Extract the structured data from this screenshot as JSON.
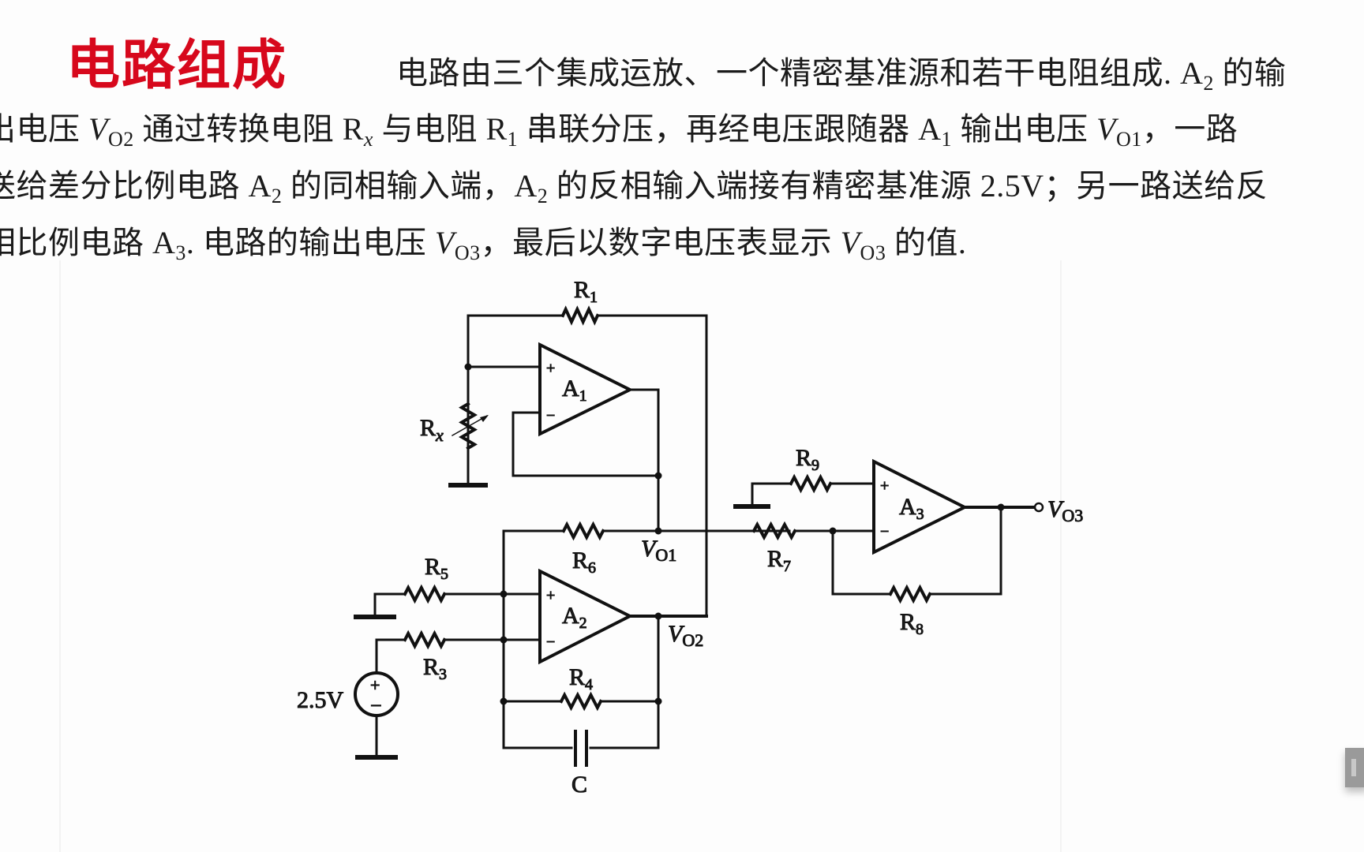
{
  "slide": {
    "title": "电路组成",
    "title_color": "#d7081c",
    "paragraph": {
      "line1": [
        {
          "t": "电路由三个集成运放、一个精密基准源和若干电阻组成. A"
        },
        {
          "sub": "2"
        },
        {
          "t": " 的输"
        }
      ],
      "line2": [
        {
          "t": "出电压 "
        },
        {
          "i": "V"
        },
        {
          "sub": "O2"
        },
        {
          "t": " 通过转换电阻 R"
        },
        {
          "sub_i": "x"
        },
        {
          "t": " 与电阻 R"
        },
        {
          "sub": "1"
        },
        {
          "t": " 串联分压，再经电压跟随器 A"
        },
        {
          "sub": "1"
        },
        {
          "t": " 输出电压 "
        },
        {
          "i": "V"
        },
        {
          "sub": "O1"
        },
        {
          "t": "，一路"
        }
      ],
      "line3": [
        {
          "t": "送给差分比例电路 A"
        },
        {
          "sub": "2"
        },
        {
          "t": " 的同相输入端，A"
        },
        {
          "sub": "2"
        },
        {
          "t": " 的反相输入端接有精密基准源 2.5V；另一路送给反"
        }
      ],
      "line4": [
        {
          "t": "相比例电路 A"
        },
        {
          "sub": "3"
        },
        {
          "t": ". 电路的输出电压 "
        },
        {
          "i": "V"
        },
        {
          "sub": "O3"
        },
        {
          "t": "，最后以数字电压表显示 "
        },
        {
          "i": "V"
        },
        {
          "sub": "O3"
        },
        {
          "t": " 的值."
        }
      ]
    }
  },
  "circuit": {
    "opamps": [
      {
        "id": "A1",
        "label": "A",
        "sub": "1",
        "plus": "+",
        "minus": "−"
      },
      {
        "id": "A2",
        "label": "A",
        "sub": "2",
        "plus": "+",
        "minus": "−"
      },
      {
        "id": "A3",
        "label": "A",
        "sub": "3",
        "plus": "+",
        "minus": "−"
      }
    ],
    "resistors": {
      "R1": {
        "label": "R",
        "sub": "1"
      },
      "Rx": {
        "label": "R",
        "sub": "x",
        "variable": true
      },
      "R3": {
        "label": "R",
        "sub": "3"
      },
      "R4": {
        "label": "R",
        "sub": "4"
      },
      "R5": {
        "label": "R",
        "sub": "5"
      },
      "R6": {
        "label": "R",
        "sub": "6"
      },
      "R7": {
        "label": "R",
        "sub": "7"
      },
      "R8": {
        "label": "R",
        "sub": "8"
      },
      "R9": {
        "label": "R",
        "sub": "9"
      }
    },
    "capacitor": {
      "label": "C"
    },
    "source": {
      "label": "2.5V",
      "plus": "+",
      "minus": "−"
    },
    "nodes": {
      "vo1": {
        "label": "V",
        "sub": "O1"
      },
      "vo2": {
        "label": "V",
        "sub": "O2"
      },
      "vo3": {
        "label": "V",
        "sub": "O3"
      }
    }
  }
}
